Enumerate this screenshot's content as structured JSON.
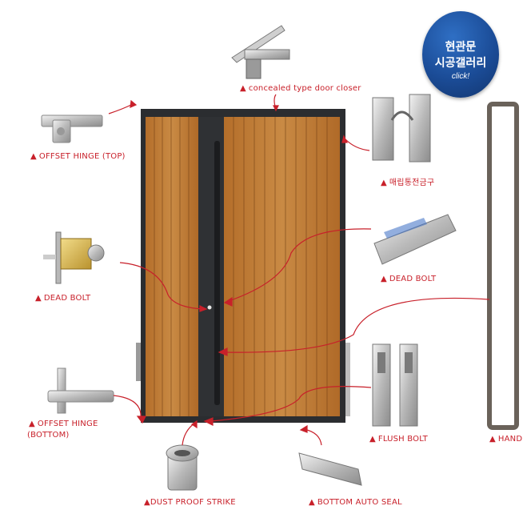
{
  "badge": {
    "line1": "현관문",
    "line2": "시공갤러리",
    "line3": "click!"
  },
  "labels": {
    "closer": "concealed type door closer",
    "offset_top": "OFFSET HINGE (TOP)",
    "mortise": "매립통전금구",
    "dead_bolt_left": "DEAD BOLT",
    "dead_bolt_right": "DEAD BOLT",
    "offset_bottom_1": "OFFSET HINGE",
    "offset_bottom_2": "(BOTTOM)",
    "flush_bolt": "FLUSH BOLT",
    "handle": "HAND",
    "dust": "DUST  PROOF STRIKE",
    "seal": "BOTTOM AUTO SEAL"
  },
  "triangle": "▲",
  "colors": {
    "accent": "#c8202a",
    "wood": "#c0782f",
    "frame": "#2b2d30",
    "badge": "#1b4c97"
  }
}
